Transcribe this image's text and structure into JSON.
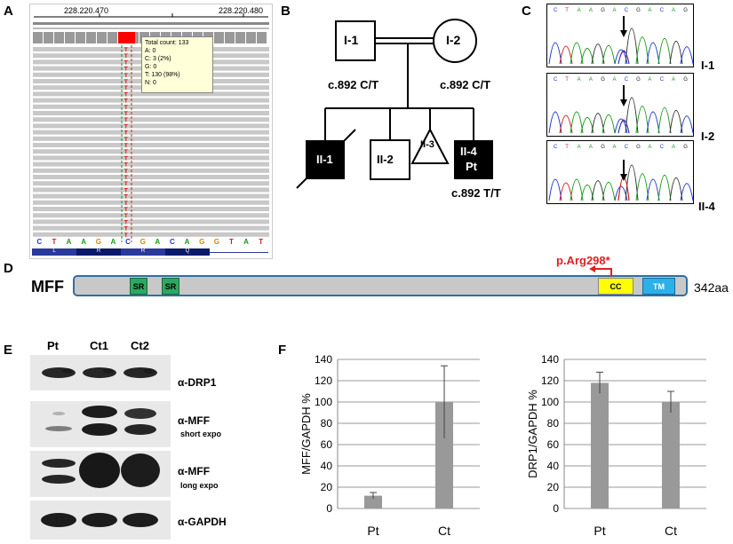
{
  "panel_labels": {
    "a": "A",
    "b": "B",
    "c": "C",
    "d": "D",
    "e": "E",
    "f": "F"
  },
  "panelA": {
    "coord_left": "228.220.470",
    "coord_right": "228.220.480",
    "tooltip": [
      "Total count: 133",
      "A: 0",
      "C: 3 (2%)",
      "G: 0",
      "T: 130 (98%)",
      "N: 0"
    ],
    "sequence": [
      "C",
      "T",
      "A",
      "A",
      "G",
      "A",
      "C",
      "G",
      "A",
      "C",
      "A",
      "G",
      "G",
      "T",
      "A",
      "T"
    ],
    "aa_track": [
      "L",
      "R",
      "R",
      "Q"
    ]
  },
  "panelB": {
    "I1": "I-1",
    "I2": "I-2",
    "II1": "II-1",
    "II2": "II-2",
    "II3": "II-3",
    "II4": "II-4",
    "II4_pt": "Pt",
    "geno_I1": "c.892 C/T",
    "geno_I2": "c.892 C/T",
    "geno_II4": "c.892 T/T"
  },
  "panelC": {
    "labels": [
      "I-1",
      "I-2",
      "II-4"
    ],
    "seq_top": "C T A A G A C G A C A G"
  },
  "panelD": {
    "protein": "MFF",
    "sr1": "SR",
    "sr2": "SR",
    "cc": "CC",
    "tm": "TM",
    "length": "342aa",
    "mutation": "p.Arg298*"
  },
  "panelE": {
    "lanes": [
      "Pt",
      "Ct1",
      "Ct2"
    ],
    "blots": [
      "α-DRP1",
      "α-MFF",
      "α-MFF",
      "α-GAPDH"
    ],
    "blot_sub": [
      "",
      "short expo",
      "long expo",
      ""
    ]
  },
  "chart_data": [
    {
      "type": "bar",
      "categories": [
        "Pt",
        "Ct"
      ],
      "values": [
        12,
        100
      ],
      "errors": [
        3,
        34
      ],
      "ylabel": "MFF/GAPDH %",
      "ylim": [
        0,
        140
      ],
      "yticks": [
        0,
        20,
        40,
        60,
        80,
        100,
        120,
        140
      ],
      "grid": true,
      "colors": [
        "#999999"
      ]
    },
    {
      "type": "bar",
      "categories": [
        "Pt",
        "Ct"
      ],
      "values": [
        118,
        100
      ],
      "errors": [
        10,
        10
      ],
      "ylabel": "DRP1/GAPDH %",
      "ylim": [
        0,
        140
      ],
      "yticks": [
        0,
        20,
        40,
        60,
        80,
        100,
        120,
        140
      ],
      "grid": true,
      "colors": [
        "#999999"
      ]
    }
  ]
}
